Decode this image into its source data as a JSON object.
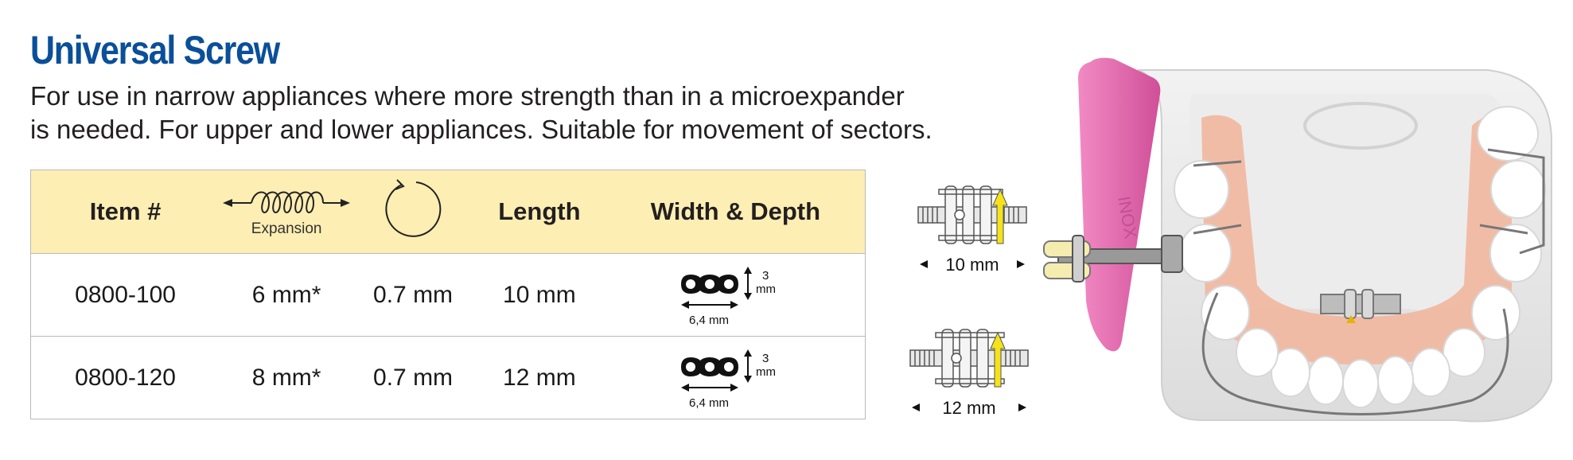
{
  "title": "Universal Screw",
  "description": [
    "For use in narrow appliances where more strength than in a microexpander",
    "is needed. For upper and lower appliances. Suitable for movement of sectors."
  ],
  "table": {
    "headers": {
      "item": "Item #",
      "expansion_label": "Expansion",
      "length": "Length",
      "width_depth": "Width & Depth"
    },
    "rows": [
      {
        "item": "0800-100",
        "expansion": "6 mm*",
        "turn": "0.7 mm",
        "length": "10 mm",
        "depth": "3",
        "depth_unit": "mm",
        "width": "6,4 mm"
      },
      {
        "item": "0800-120",
        "expansion": "8 mm*",
        "turn": "0.7 mm",
        "length": "12 mm",
        "depth": "3",
        "depth_unit": "mm",
        "width": "6,4 mm"
      }
    ]
  },
  "diagrams": {
    "top_label": "10 mm",
    "bottom_label": "12 mm"
  },
  "colors": {
    "title": "#0a4f9a",
    "header_bg": "#fdeeb3",
    "arrow_yellow": "#f5e21a",
    "retainer_pink": "#e060a8"
  }
}
